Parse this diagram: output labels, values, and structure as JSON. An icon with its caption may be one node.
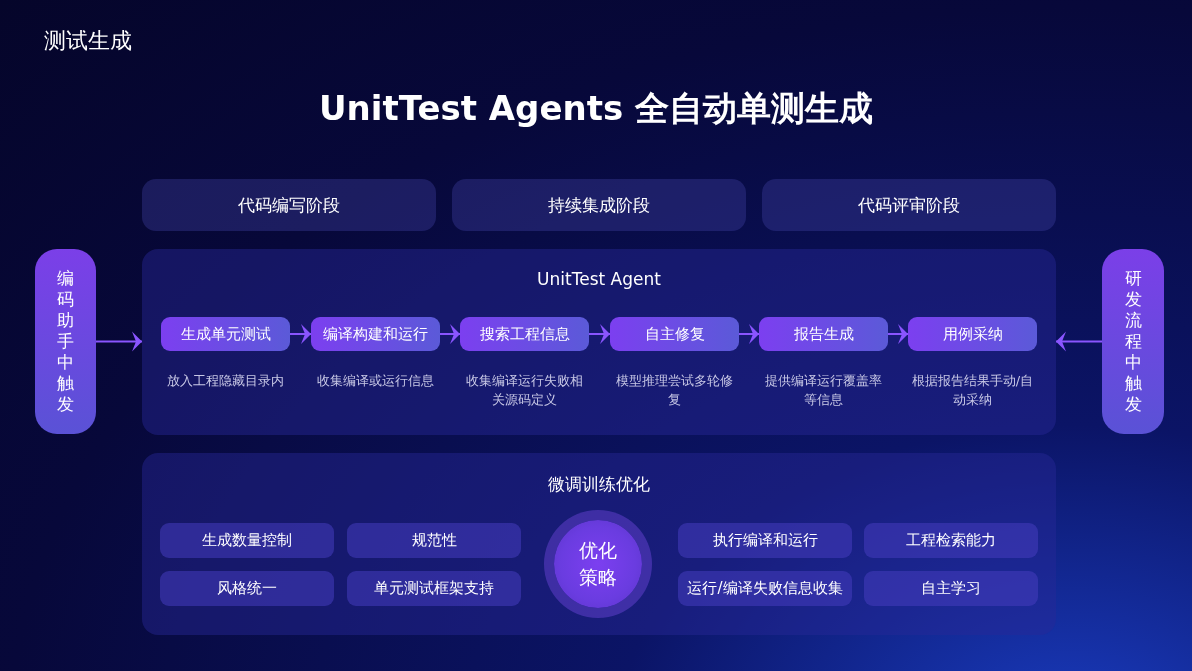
{
  "diagram": {
    "title": "UnitTest Agents 全自动单测生成",
    "nodes": [
      {
        "text": [
          "代码编写阶段"
        ]
      },
      {
        "text": [
          "持续集成阶段"
        ]
      },
      {
        "text": [
          "代码评审阶段"
        ]
      },
      {
        "text": [
          "编码助手中触发"
        ]
      },
      {
        "text": [
          "UnitTest Agent"
        ]
      },
      {
        "text": [
          "生成单元测试"
        ],
        "in": 4,
        "beside": [
          "放入工程隐藏目录内"
        ]
      },
      {
        "text": [
          "编译构建和运行"
        ],
        "in": 4,
        "beside": [
          "收集编译或运行信息"
        ]
      },
      {
        "text": [
          "搜索工程信息"
        ],
        "in": 4,
        "beside": [
          "收集编译运行失败相关源码定义"
        ]
      },
      {
        "text": [
          "自主修复"
        ],
        "in": 4,
        "beside": [
          "模型推理尝试多轮修复"
        ]
      },
      {
        "text": [
          "报告生成"
        ],
        "in": 4,
        "beside": [
          "提供编译运行覆盖率等信息"
        ]
      },
      {
        "text": [
          "用例采纳"
        ],
        "in": 4,
        "beside": [
          "根据报告结果手动/自动采纳"
        ]
      },
      {
        "text": [
          "研发流程中触发"
        ]
      },
      {
        "text": [
          "微调训练优化"
        ]
      },
      {
        "text": [
          "生成数量控制"
        ],
        "in": 12
      },
      {
        "text": [
          "规范性"
        ],
        "in": 12
      },
      {
        "text": [
          "优化策略"
        ],
        "in": 12
      },
      {
        "text": [
          "执行编译和运行"
        ],
        "in": 12
      },
      {
        "text": [
          "工程检索能力"
        ],
        "in": 12
      },
      {
        "text": [
          "风格统一"
        ],
        "in": 12
      },
      {
        "text": [
          "单元测试框架支持"
        ],
        "in": 12
      },
      {
        "text": [
          "运行/编译失败信息收集"
        ],
        "in": 12
      },
      {
        "text": [
          "自主学习"
        ],
        "in": 12
      }
    ],
    "edges": [
      {
        "from": 3,
        "to": 4,
        "arrow": "to"
      },
      {
        "from": 11,
        "to": 4,
        "arrow": "to"
      },
      {
        "from": 5,
        "to": 6,
        "arrow": "to"
      },
      {
        "from": 6,
        "to": 7,
        "arrow": "to"
      },
      {
        "from": 7,
        "to": 8,
        "arrow": "to"
      },
      {
        "from": 8,
        "to": 9,
        "arrow": "to"
      },
      {
        "from": 9,
        "to": 10,
        "arrow": "to"
      }
    ],
    "labels": [
      "测试生成"
    ]
  }
}
